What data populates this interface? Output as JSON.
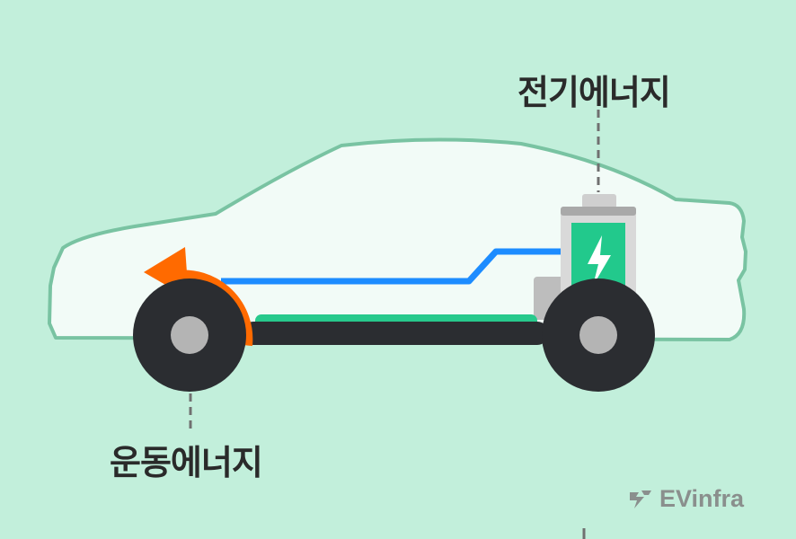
{
  "labels": {
    "electric_energy": "전기에너지",
    "kinetic_energy": "운동에너지"
  },
  "brand": {
    "name": "EVinfra"
  },
  "colors": {
    "background": "#c2efdb",
    "car_body_fill": "#f2fbf7",
    "car_outline": "#79c3a2",
    "wheel": "#2b2d31",
    "hub": "#b4b4b4",
    "battery_cell": "#22c98c",
    "battery_case": "#d9d9d9",
    "power_line": "#1d8cff",
    "rotation_arrow": "#ff6a00",
    "floor_pack": "#27c98c",
    "brand_gray": "#8a8f8d"
  },
  "icons": [
    "lightning-bolt-icon",
    "rotation-arrow-icon",
    "evinfra-logo-icon"
  ]
}
